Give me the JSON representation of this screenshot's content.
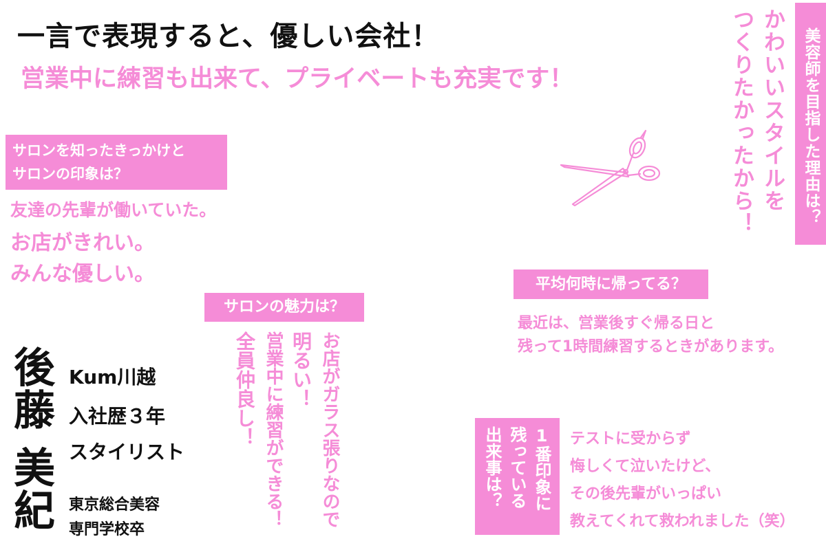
{
  "colors": {
    "pink": "#f58cd7",
    "text": "#111111",
    "background": "#ffffff"
  },
  "headline": "一言で表現すると、優しい会社！",
  "subheadline": "営業中に練習も出来て、プライベートも充実です！",
  "q_reason": {
    "label": "美容師を目指した理由は？",
    "answer_line1": "かわいいスタイルを",
    "answer_line2": "つくりたかったから！"
  },
  "q_first_impression": {
    "label_line1": "サロンを知ったきっかけと",
    "label_line2": "サロンの印象は？",
    "answer_lines": [
      "友達の先輩が働いていた。",
      "お店がきれい。",
      "みんな優しい。"
    ]
  },
  "q_appeal": {
    "label": "サロンの魅力は？",
    "answer_lines": [
      "お店がガラス張りなので",
      "明るい！",
      "営業中に練習ができる！",
      "全員仲良し！"
    ]
  },
  "q_go_home": {
    "label": "平均何時に帰ってる？",
    "answer_line1": "最近は、営業後すぐ帰る日と",
    "answer_line2": "残って1時間練習するときがあります。"
  },
  "q_memorable": {
    "label_lines": [
      "1番印象に",
      "残っている",
      "出来事は？"
    ],
    "answer_lines": [
      "テストに受からず",
      "悔しくて泣いたけど、",
      "その後先輩がいっぱい",
      "教えてくれて救われました（笑）"
    ]
  },
  "profile": {
    "name_chars": [
      "後",
      "藤",
      "美",
      "紀"
    ],
    "salon": "Kum川越",
    "years": "入社歴３年",
    "role": "スタイリスト",
    "school_line1": "東京総合美容",
    "school_line2": "専門学校卒"
  },
  "icons": {
    "scissors": "scissors-icon"
  }
}
